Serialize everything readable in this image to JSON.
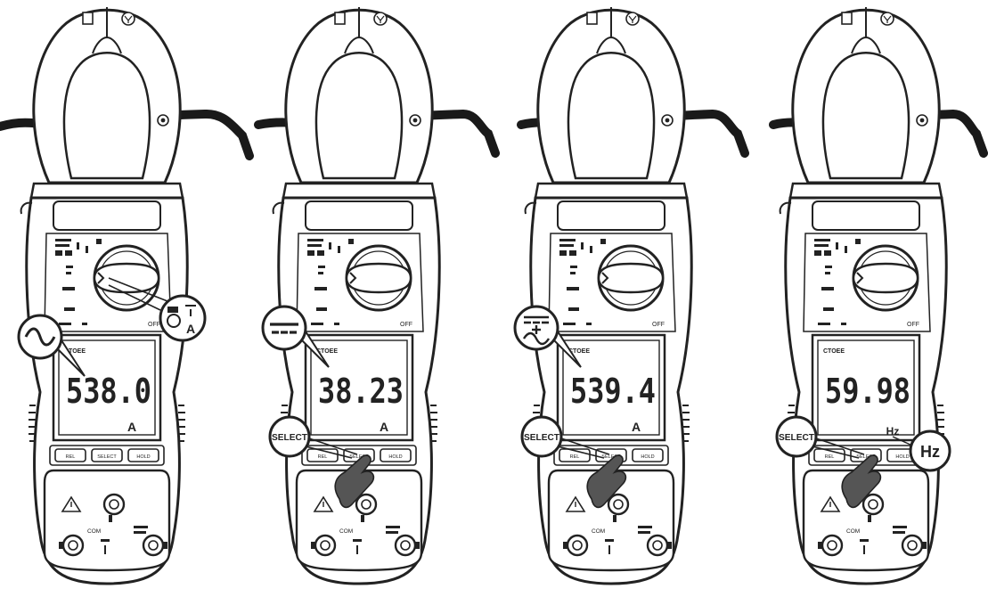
{
  "panels": [
    {
      "mode_symbol": "ac",
      "reading": "538.0",
      "unit": "A",
      "lcd_label": "CTOEE",
      "show_select": false,
      "show_hand": false,
      "show_pointer_badge": true,
      "show_hz_badge": false
    },
    {
      "mode_symbol": "dc",
      "reading": "38.23",
      "unit": "A",
      "lcd_label": "CTOEE",
      "show_select": true,
      "show_hand": true,
      "show_pointer_badge": false,
      "show_hz_badge": false
    },
    {
      "mode_symbol": "acdc",
      "reading": "539.4",
      "unit": "A",
      "lcd_label": "CTOEE",
      "show_select": true,
      "show_hand": true,
      "show_pointer_badge": false,
      "show_hz_badge": false
    },
    {
      "mode_symbol": "none",
      "reading": "59.98",
      "unit": "Hz",
      "lcd_label": "CTOEE",
      "show_select": true,
      "show_hand": true,
      "show_pointer_badge": false,
      "show_hz_badge": true
    }
  ],
  "labels": {
    "select": "SELECT",
    "hz_badge": "Hz",
    "pointer_badge_unit": "A",
    "off": "OFF",
    "com": "COM",
    "btn_left": "REL",
    "btn_mid": "SELECT",
    "btn_right": "HOLD"
  },
  "colors": {
    "ink": "#222222",
    "fill": "#ffffff",
    "shade": "#cfcfcf",
    "cable": "#1a1a1a"
  }
}
